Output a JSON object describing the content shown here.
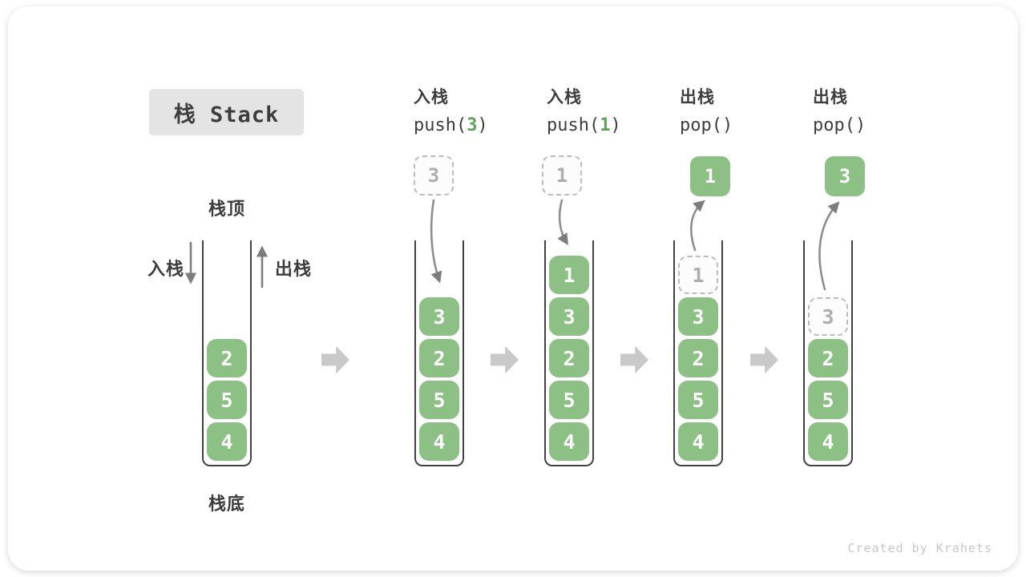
{
  "title": "栈 Stack",
  "side_labels": {
    "top": "栈顶",
    "bottom": "栈底",
    "push": "入栈",
    "pop": "出栈"
  },
  "operations": [
    {
      "name": "入栈",
      "code_prefix": "push(",
      "code_arg": "3",
      "code_suffix": ")"
    },
    {
      "name": "入栈",
      "code_prefix": "push(",
      "code_arg": "1",
      "code_suffix": ")"
    },
    {
      "name": "出栈",
      "code_prefix": "pop(",
      "code_arg": "",
      "code_suffix": ")"
    },
    {
      "name": "出栈",
      "code_prefix": "pop(",
      "code_arg": "",
      "code_suffix": ")"
    }
  ],
  "stacks": [
    {
      "items": [
        "2",
        "5",
        "4"
      ]
    },
    {
      "float_value": "3",
      "float_style": "dashed",
      "items": [
        "3",
        "2",
        "5",
        "4"
      ]
    },
    {
      "float_value": "1",
      "float_style": "dashed",
      "items": [
        "1",
        "3",
        "2",
        "5",
        "4"
      ]
    },
    {
      "float_value": "1",
      "float_style": "solid",
      "ghost_top": true,
      "items": [
        "1",
        "3",
        "2",
        "5",
        "4"
      ]
    },
    {
      "float_value": "3",
      "float_style": "solid",
      "ghost_top": true,
      "items": [
        "3",
        "2",
        "5",
        "4"
      ]
    }
  ],
  "watermark": "Created by Krahets",
  "colors": {
    "cell_green": "#8CC084",
    "arg_green": "#5FA15A",
    "ghost_gray": "#BCBCBC",
    "text_dark": "#3D3D3D",
    "title_bg": "#E4E4E4",
    "block_arrow": "#C9C9C9",
    "arrow_gray": "#8A8A8A"
  }
}
